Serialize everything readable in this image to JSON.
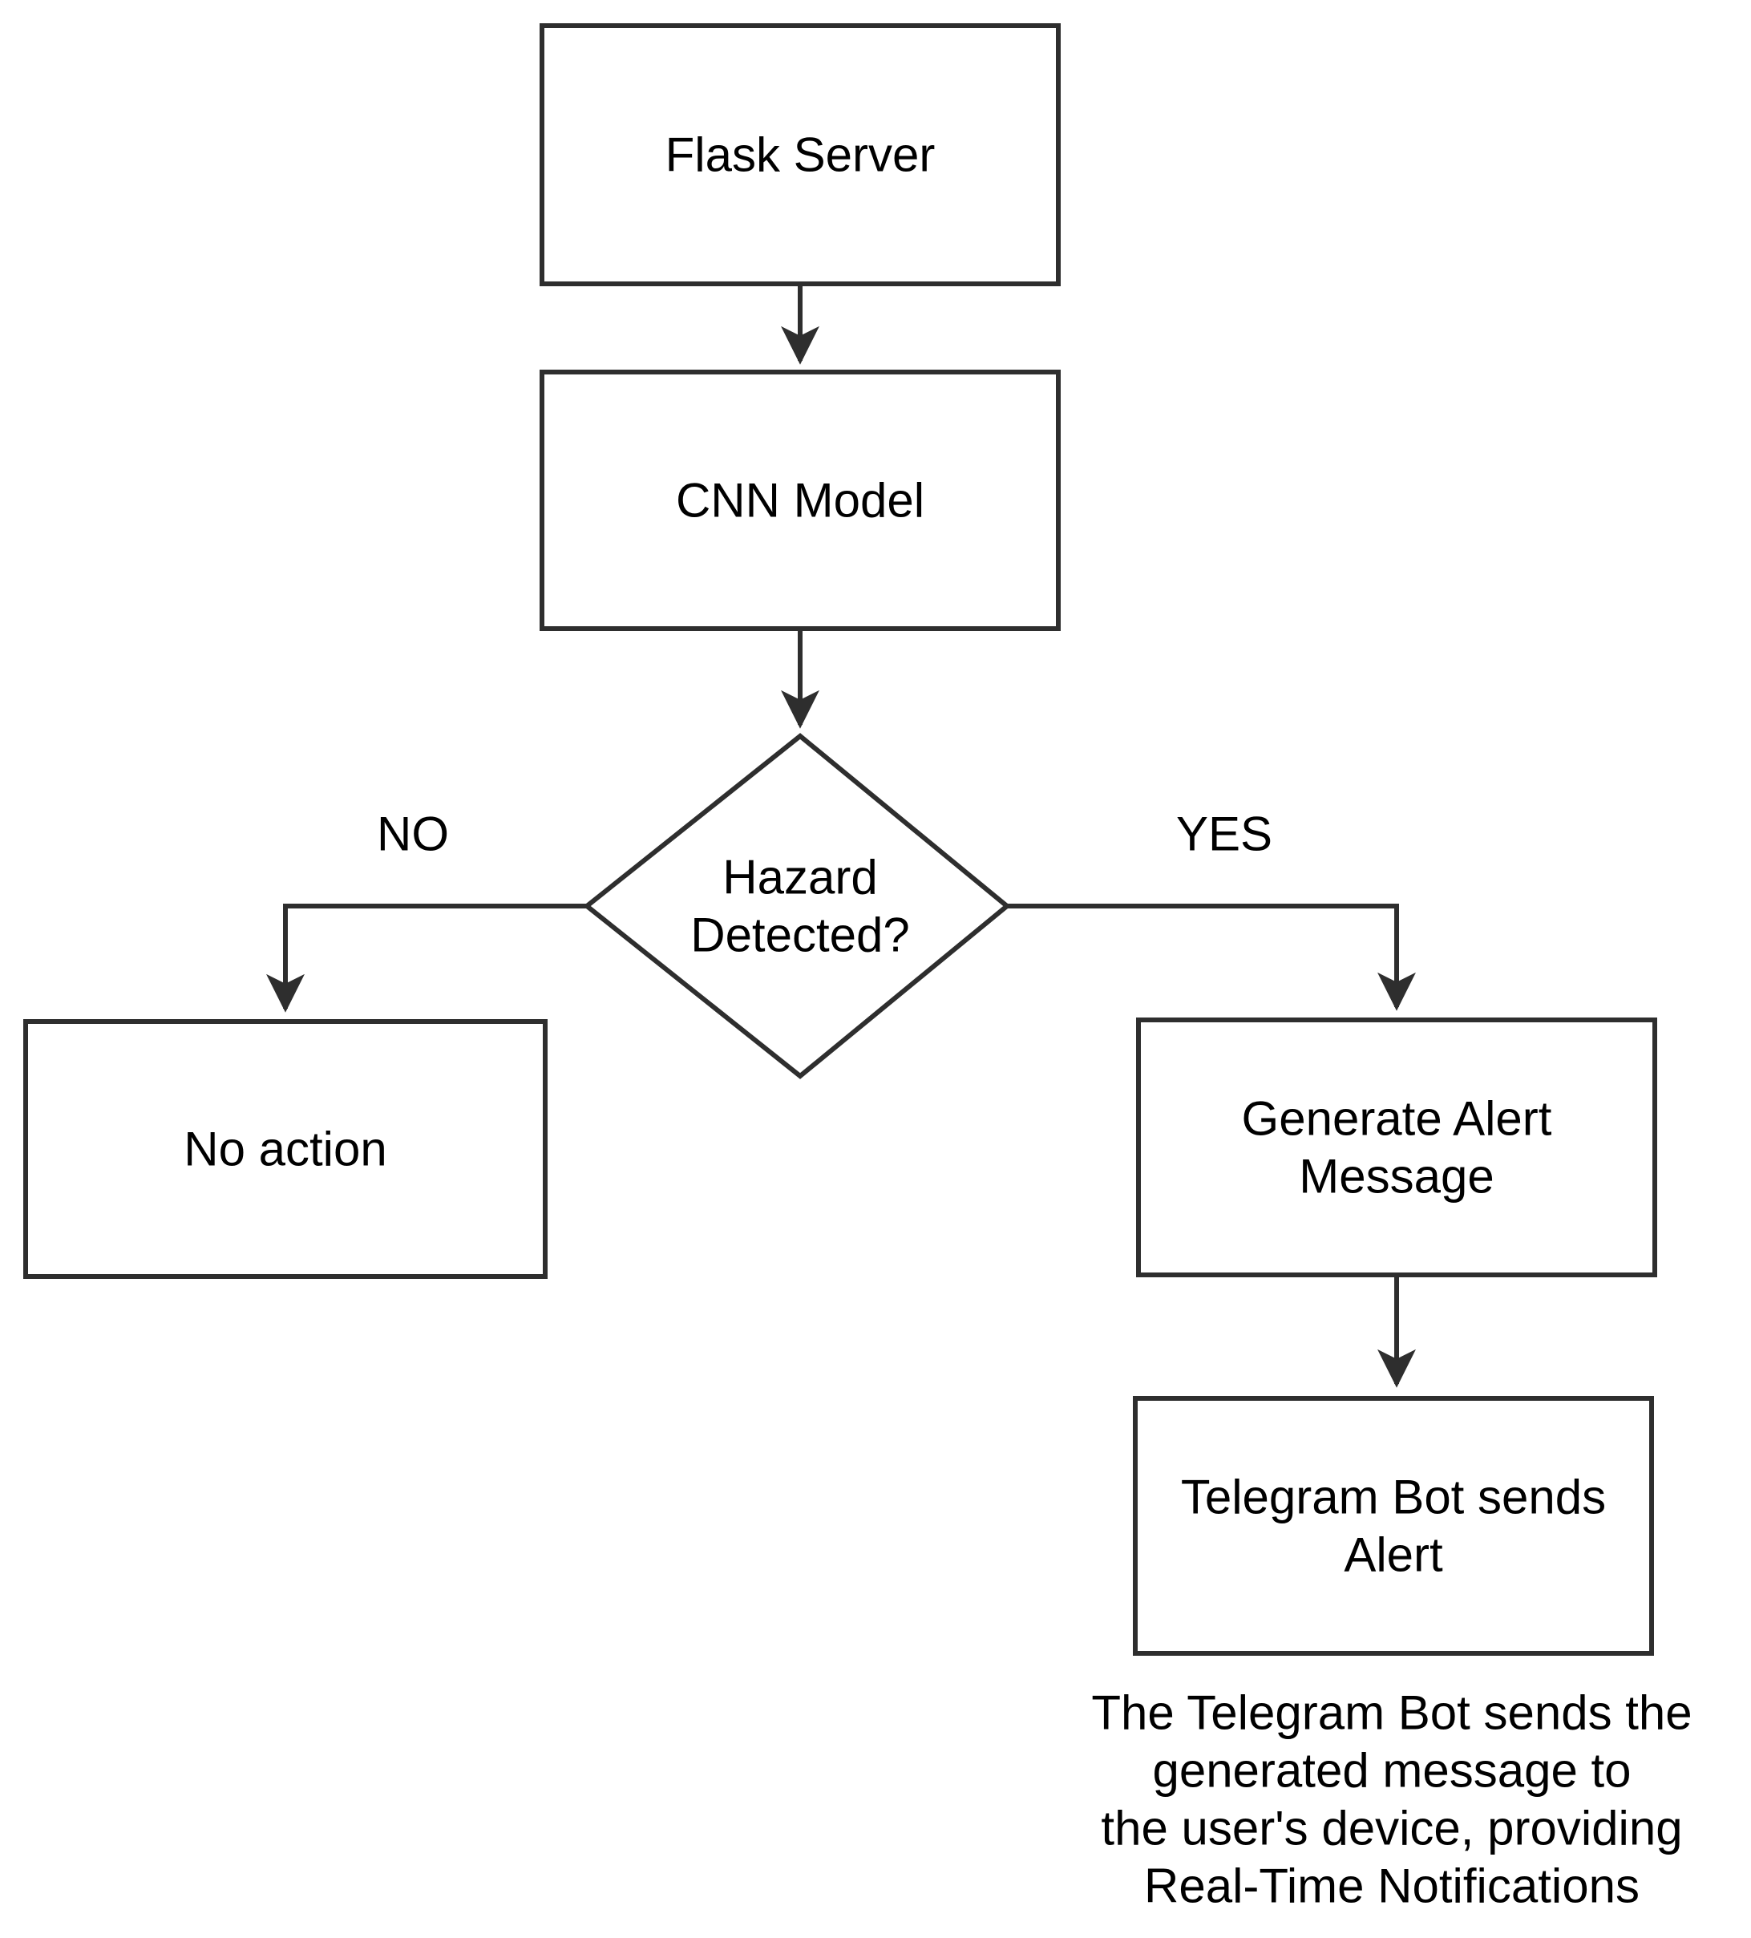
{
  "flowchart": {
    "nodes": {
      "flask_server": {
        "label": "Flask Server"
      },
      "cnn_model": {
        "label": "CNN Model"
      },
      "hazard_decision": {
        "label_line1": "Hazard",
        "label_line2": "Detected?"
      },
      "no_action": {
        "label": "No action"
      },
      "generate_alert": {
        "label_line1": "Generate Alert",
        "label_line2": "Message"
      },
      "telegram_bot": {
        "label_line1": "Telegram Bot sends",
        "label_line2": "Alert"
      }
    },
    "branch_labels": {
      "no": "NO",
      "yes": "YES"
    },
    "caption": {
      "line1": "The Telegram Bot sends the",
      "line2": "generated message to",
      "line3": "the user's device, providing",
      "line4": "Real-Time Notifications"
    },
    "colors": {
      "stroke": "#2e2e2e",
      "text": "#000000",
      "background": "#ffffff"
    }
  }
}
